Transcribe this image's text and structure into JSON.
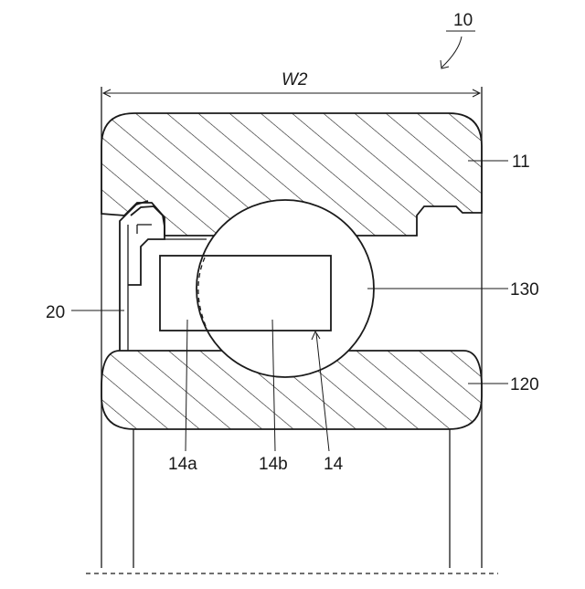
{
  "figure": {
    "labels": {
      "assembly": "10",
      "width": "W2",
      "outer_ring": "11",
      "ball": "130",
      "seal": "20",
      "inner_ring": "120",
      "part_14a": "14a",
      "part_14b": "14b",
      "part_14": "14"
    }
  }
}
